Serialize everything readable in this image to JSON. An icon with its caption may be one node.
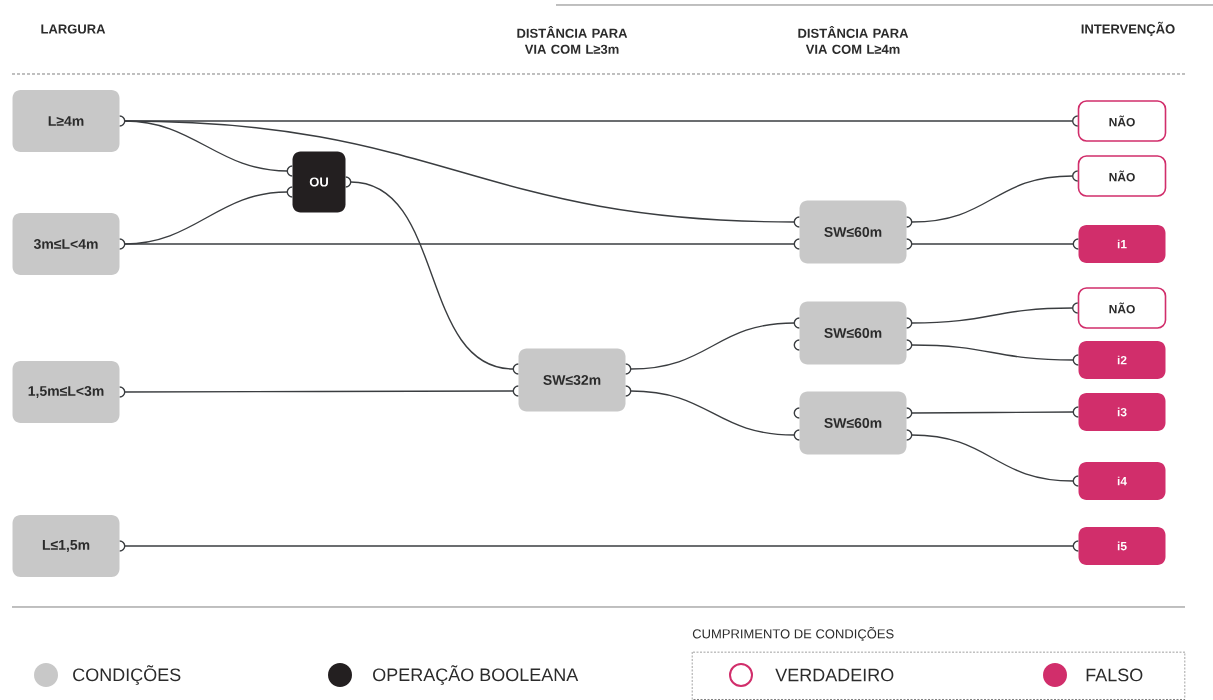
{
  "diagram": {
    "nodes": [
      {
        "text": [
          "L≥4m"
        ]
      },
      {
        "text": [
          "3m≤L<4m"
        ]
      },
      {
        "text": [
          "1,5m≤L<3m"
        ]
      },
      {
        "text": [
          "L≤1,5m"
        ]
      },
      {
        "text": [
          "OU"
        ]
      },
      {
        "text": [
          "SW≤32m"
        ]
      },
      {
        "text": [
          "SW≤60m"
        ]
      },
      {
        "text": [
          "SW≤60m"
        ]
      },
      {
        "text": [
          "SW≤60m"
        ]
      },
      {
        "text": [
          "NÃO"
        ]
      },
      {
        "text": [
          "NÃO"
        ]
      },
      {
        "text": [
          "i1"
        ]
      },
      {
        "text": [
          "NÃO"
        ]
      },
      {
        "text": [
          "i2"
        ]
      },
      {
        "text": [
          "i3"
        ]
      },
      {
        "text": [
          "i4"
        ]
      },
      {
        "text": [
          "i5"
        ]
      }
    ],
    "edges": [
      {
        "from": 0,
        "to": 9,
        "arrow": "none"
      },
      {
        "from": 0,
        "to": 4,
        "arrow": "none"
      },
      {
        "from": 0,
        "to": 6,
        "arrow": "none"
      },
      {
        "from": 1,
        "to": 4,
        "arrow": "none"
      },
      {
        "from": 1,
        "to": 6,
        "arrow": "none"
      },
      {
        "from": 4,
        "to": 5,
        "arrow": "none"
      },
      {
        "from": 2,
        "to": 5,
        "arrow": "none"
      },
      {
        "from": 3,
        "to": 16,
        "arrow": "none"
      },
      {
        "from": 5,
        "to": 7,
        "arrow": "none"
      },
      {
        "from": 5,
        "to": 8,
        "arrow": "none"
      },
      {
        "from": 6,
        "to": 10,
        "arrow": "none"
      },
      {
        "from": 6,
        "to": 11,
        "arrow": "none"
      },
      {
        "from": 7,
        "to": 12,
        "arrow": "none"
      },
      {
        "from": 7,
        "to": 13,
        "arrow": "none"
      },
      {
        "from": 8,
        "to": 14,
        "arrow": "none"
      },
      {
        "from": 8,
        "to": 15,
        "arrow": "none"
      }
    ],
    "labels": [
      "LARGURA",
      "DISTÂNCIA PARA VIA COM L≥3m",
      "DISTÂNCIA PARA VIA COM L≥4m",
      "INTERVENÇÃO",
      "CUMPRIMENTO DE CONDIÇÕES"
    ],
    "legend": [
      {
        "text": "CONDIÇÕES",
        "color": "#c8c8c8"
      },
      {
        "text": "OPERAÇÃO BOOLEANA",
        "color": "#231f20"
      },
      {
        "text": "VERDADEIRO"
      },
      {
        "text": "FALSO",
        "color": "#d12e6b"
      }
    ]
  }
}
